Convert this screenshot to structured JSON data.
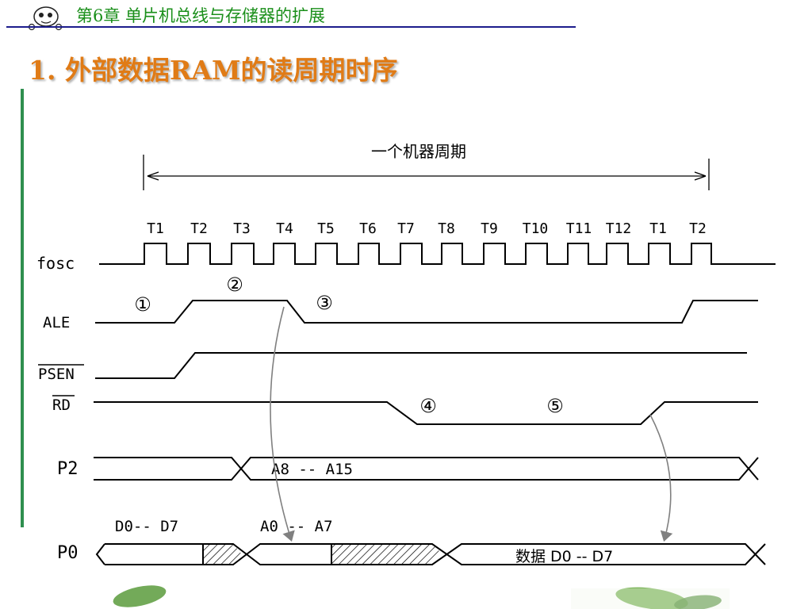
{
  "header": {
    "chapter_title": "第6章  单片机总线与存储器的扩展"
  },
  "section": {
    "title": "1. 外部数据RAM的读周期时序"
  },
  "diagram": {
    "cycle_label": "一个机器周期",
    "t_labels": [
      "T1",
      "T2",
      "T3",
      "T4",
      "T5",
      "T6",
      "T7",
      "T8",
      "T9",
      "T10",
      "T11",
      "T12",
      "T1",
      "T2"
    ],
    "signals": {
      "fosc": "fosc",
      "ale": "ALE",
      "psen": "PSEN",
      "rd": "RD",
      "p2": "P2",
      "p0": "P0"
    },
    "markers": [
      "①",
      "②",
      "③",
      "④",
      "⑤"
    ],
    "p2_bus": "A8 -- A15",
    "p0_d_before": "D0-- D7",
    "p0_addr": "A0 -- A7",
    "p0_data": "数据 D0 -- D7"
  },
  "colors": {
    "chapter": "#1a8f1a",
    "section": "#e07b16",
    "rule": "#1c1c8c",
    "sidebar": "#2f8f4f",
    "arrow": "#808080"
  },
  "icons": [
    "cartoon-face-icon",
    "leaf-decoration-icon"
  ]
}
